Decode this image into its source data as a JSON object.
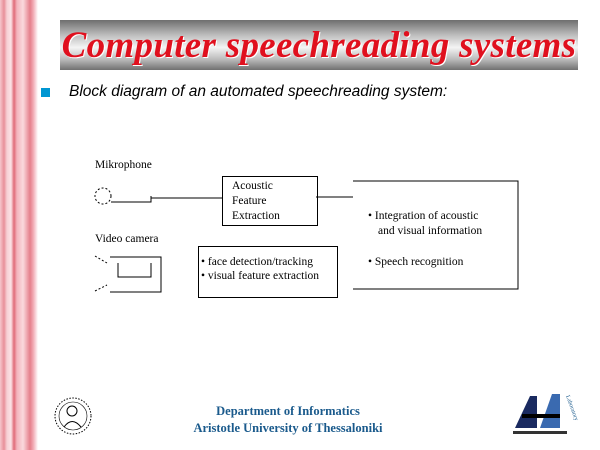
{
  "slide": {
    "title": "Computer speechreading systems",
    "bullet": "Block diagram of an automated speechreading system:"
  },
  "diagram": {
    "microphone_label": "Mikrophone",
    "camera_label": "Video camera",
    "acoustic_box": [
      "Acoustic",
      "Feature",
      "Extraction"
    ],
    "visual_box": [
      "• face detection/tracking",
      "• visual feature extraction"
    ],
    "integration_box": [
      "• Integration of acoustic",
      "and visual information",
      "• Speech recognition"
    ]
  },
  "footer": {
    "line1": "Department of Informatics",
    "line2": "Aristotle University of Thessaloniki",
    "logo_left": "university-seal",
    "logo_right": "AIIA Laboratory"
  },
  "colors": {
    "title": "#e0101e",
    "bullet": "#0096d2",
    "footer": "#1a5a8c"
  }
}
